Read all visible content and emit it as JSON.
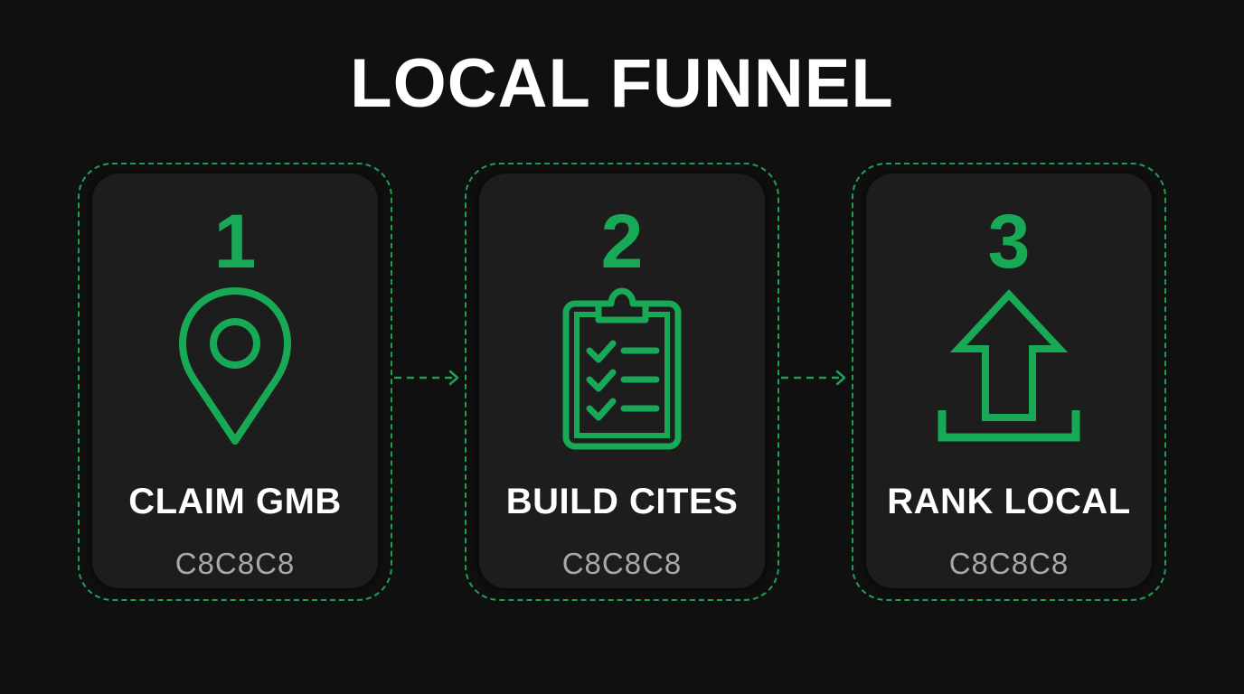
{
  "title": "LOCAL FUNNEL",
  "colors": {
    "background": "#101010",
    "card": "#1d1d1d",
    "accent": "#18a957",
    "dashed_outline": "#1fa155",
    "subtext": "#a8a8a8"
  },
  "steps": [
    {
      "number": "1",
      "icon": "map-pin-icon",
      "label": "CLAIM GMB",
      "sublabel": "C8C8C8"
    },
    {
      "number": "2",
      "icon": "clipboard-checklist-icon",
      "label": "BUILD CITES",
      "sublabel": "C8C8C8"
    },
    {
      "number": "3",
      "icon": "upload-arrow-icon",
      "label": "RANK LOCAL",
      "sublabel": "C8C8C8"
    }
  ],
  "connectors": [
    {
      "from": "1",
      "to": "2",
      "icon": "dashed-arrow-right-icon"
    },
    {
      "from": "2",
      "to": "3",
      "icon": "dashed-arrow-right-icon"
    }
  ]
}
